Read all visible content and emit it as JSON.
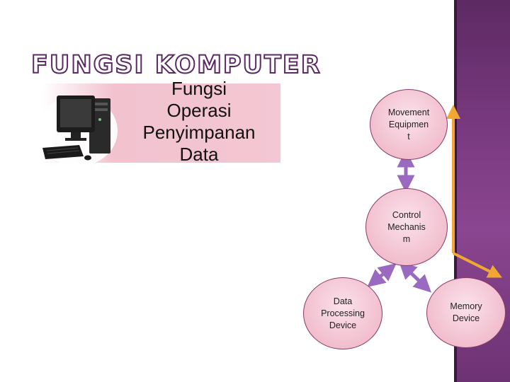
{
  "slide": {
    "title": "FUNGSI KOMPUTER",
    "banner_text": "Fungsi\nOperasi\nPenyimpanan\nData"
  },
  "nodes": {
    "movement": "Movement\nEquipmen\nt",
    "control": "Control\nMechanis\nm",
    "processing": "Data\nProcessing\nDevice",
    "memory": "Memory\nDevice"
  },
  "colors": {
    "side_band": "#7a3a80",
    "node_fill": "#f3c3d2",
    "node_border": "#8a3a6a",
    "double_arrow": "#9a6ac0",
    "orange_arrow": "#f0a830",
    "title_outline": "#5b2a64"
  },
  "icons": [
    "desktop-computer-icon"
  ]
}
